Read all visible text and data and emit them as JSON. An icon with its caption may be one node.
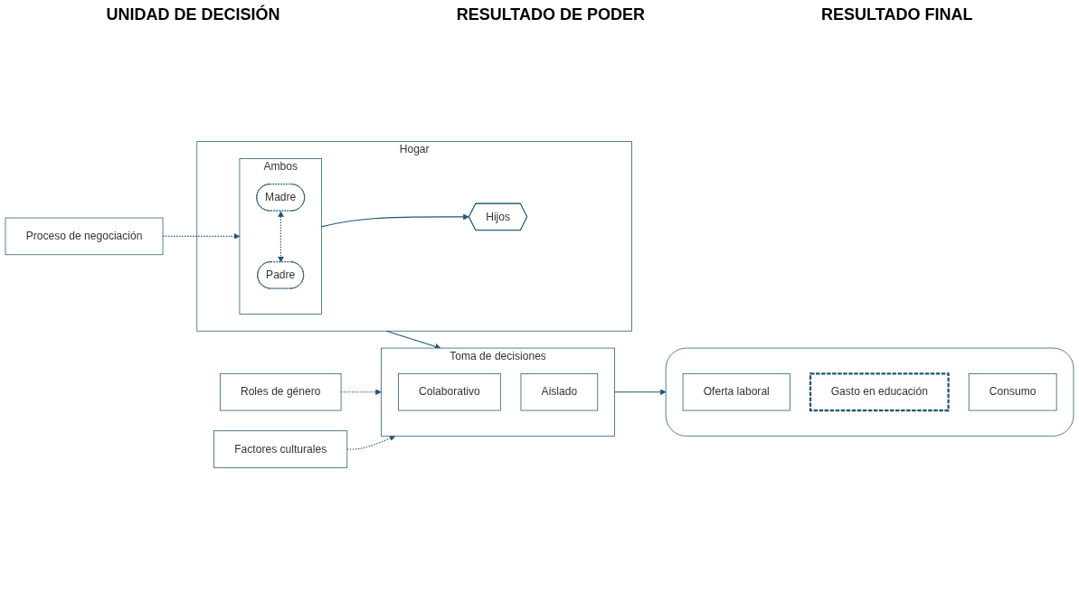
{
  "diagram": {
    "nodes": [
      {
        "text": [
          "Hogar"
        ]
      },
      {
        "text": [
          "Ambos"
        ],
        "in": 0
      },
      {
        "text": [
          "Madre"
        ],
        "in": 1
      },
      {
        "text": [
          "Padre"
        ],
        "in": 1
      },
      {
        "text": [
          "Hijos"
        ],
        "in": 0
      },
      {
        "text": [
          "Proceso de negociación"
        ]
      },
      {
        "text": [
          "Roles de género"
        ]
      },
      {
        "text": [
          "Toma de decisiones"
        ]
      },
      {
        "text": [
          "Colaborativo"
        ],
        "in": 7
      },
      {
        "text": [
          "Aislado"
        ],
        "in": 7
      },
      {
        "text": [
          "Factores culturales"
        ]
      },
      {
        "text": [],
        "shape": "box"
      },
      {
        "text": [
          "Oferta laboral"
        ],
        "in": 11
      },
      {
        "text": [
          "Gasto en educación"
        ],
        "in": 11
      },
      {
        "text": [
          "Consumo"
        ],
        "in": 11
      }
    ],
    "edges": [
      {
        "from": 2,
        "to": 3,
        "arrow": "both",
        "style": "dashed"
      },
      {
        "from": 1,
        "to": 4,
        "arrow": "to"
      },
      {
        "from": 5,
        "to": 1,
        "arrow": "to",
        "style": "dashed"
      },
      {
        "from": 0,
        "to": 7,
        "arrow": "to"
      },
      {
        "from": 6,
        "to": 7,
        "arrow": "to",
        "style": "dashed"
      },
      {
        "from": 10,
        "to": 7,
        "arrow": "to",
        "style": "dashed"
      },
      {
        "from": 7,
        "to": 11,
        "arrow": "to"
      }
    ],
    "labels": [
      "UNIDAD DE DECISIÓN",
      "RESULTADO DE PODER",
      "RESULTADO FINAL"
    ]
  }
}
